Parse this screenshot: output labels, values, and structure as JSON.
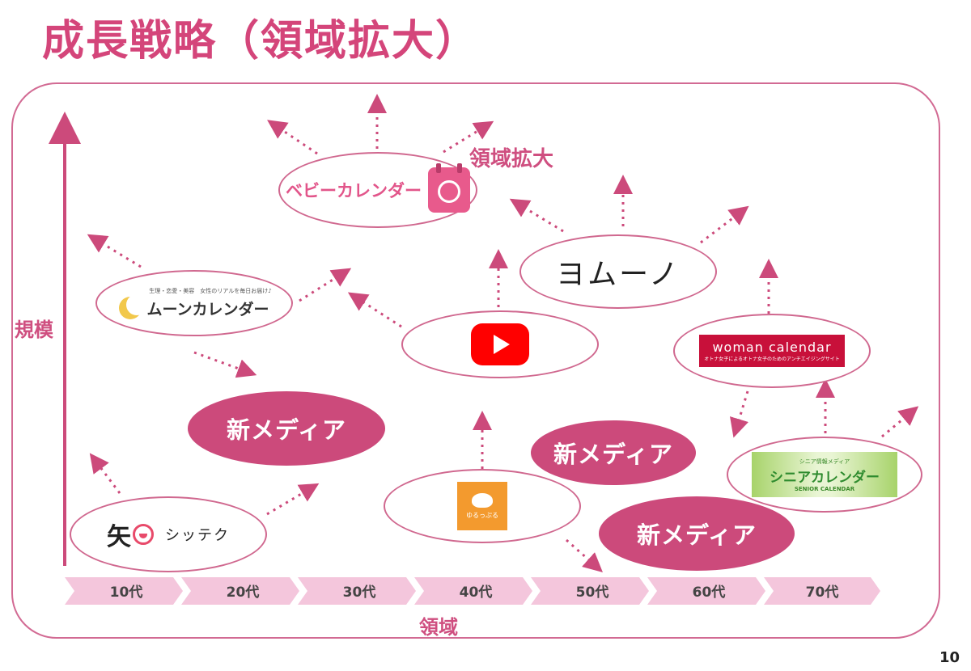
{
  "title": "成長戦略（領域拡大）",
  "y_axis_label": "規模",
  "x_axis_label": "領域",
  "expansion_label": "領域拡大",
  "ages": [
    "10代",
    "20代",
    "30代",
    "40代",
    "50代",
    "60代",
    "70代"
  ],
  "media": {
    "baby_calendar": "ベビーカレンダー",
    "moon_calendar_tagline": "生理・恋愛・美容　女性のリアルを毎日お届け♪",
    "moon_calendar": "ムーンカレンダー",
    "yomuno": "ヨムーノ",
    "woman_calendar": "woman calendar",
    "woman_calendar_tagline": "オトナ女子によるオトナ女子のためのアンチエイジングサイト",
    "senior_tagline": "シニア情報メディア",
    "senior_calendar": "シニアカレンダー",
    "senior_calendar_en": "SENIOR CALENDAR",
    "shittech_glyph": "矢",
    "shittech": "シッテク",
    "yurupuru": "ゆるっぷる"
  },
  "new_media_label": "新メディア",
  "page_number": "10",
  "colors": {
    "accent": "#d4457a",
    "new_media_fill": "#cc4a7b",
    "youtube_red": "#ff0000",
    "yurupuru_orange": "#f39a2e",
    "woman_calendar_red": "#c8103a"
  }
}
